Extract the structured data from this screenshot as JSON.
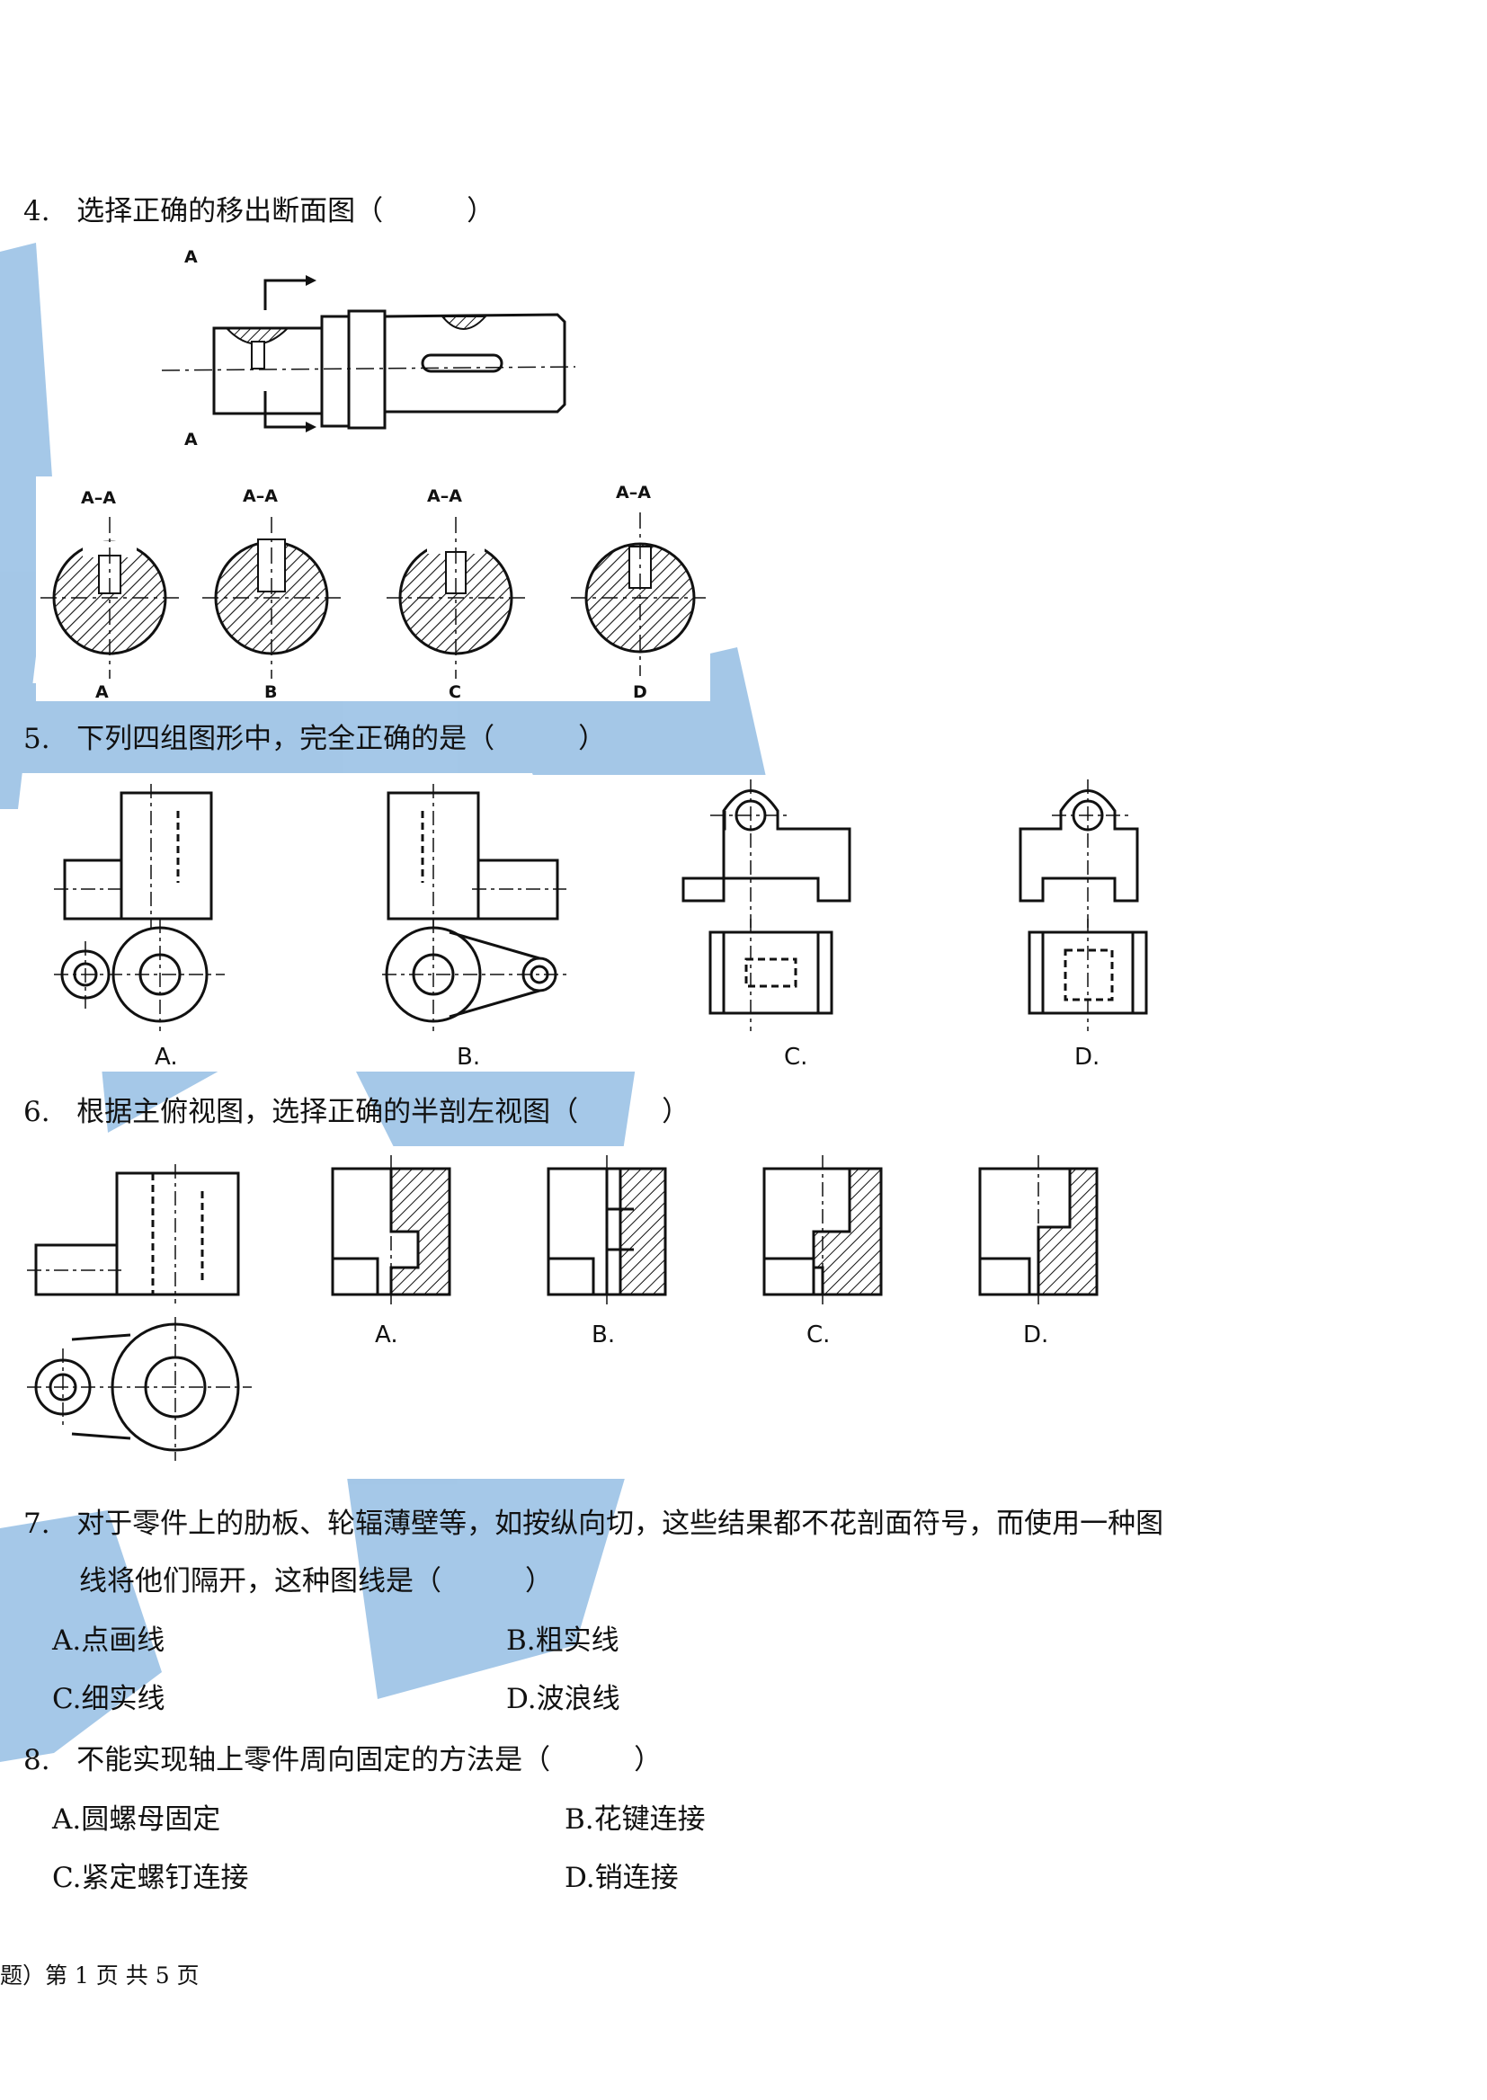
{
  "questions": {
    "q4": {
      "number": "4.",
      "text": "选择正确的移出断面图（　　　）"
    },
    "q5": {
      "number": "5.",
      "text": "下列四组图形中，完全正确的是（　　　）"
    },
    "q6": {
      "number": "6.",
      "text": "根据主俯视图，选择正确的半剖左视图（　　　）"
    },
    "q7": {
      "number": "7.",
      "line1": "对于零件上的肋板、轮辐薄壁等，如按纵向切，这些结果都不花剖面符号，而使用一种图",
      "line2": "线将他们隔开，这种图线是（　　　）",
      "options": {
        "a": "A.点画线",
        "b": "B.粗实线",
        "c": "C.细实线",
        "d": "D.波浪线"
      }
    },
    "q8": {
      "number": "8.",
      "text": "不能实现轴上零件周向固定的方法是（　　　）",
      "options": {
        "a": "A.圆螺母固定",
        "b": "B.花键连接",
        "c": "C.紧定螺钉连接",
        "d": "D.销连接"
      }
    }
  },
  "figures": {
    "q4": {
      "section_mark_top": "A",
      "section_mark_bottom": "A",
      "section_titles": [
        "A–A",
        "A–A",
        "A–A",
        "A–A"
      ],
      "choice_letters": [
        "A",
        "B",
        "C",
        "D"
      ]
    },
    "q5": {
      "choice_letters": [
        "A.",
        "B.",
        "C.",
        "D."
      ]
    },
    "q6": {
      "choice_letters": [
        "A.",
        "B.",
        "C.",
        "D."
      ]
    }
  },
  "footer": {
    "text": "题）第 1 页 共 5 页"
  },
  "colors": {
    "watermark": "#5b9bd5",
    "ink": "#111111"
  }
}
